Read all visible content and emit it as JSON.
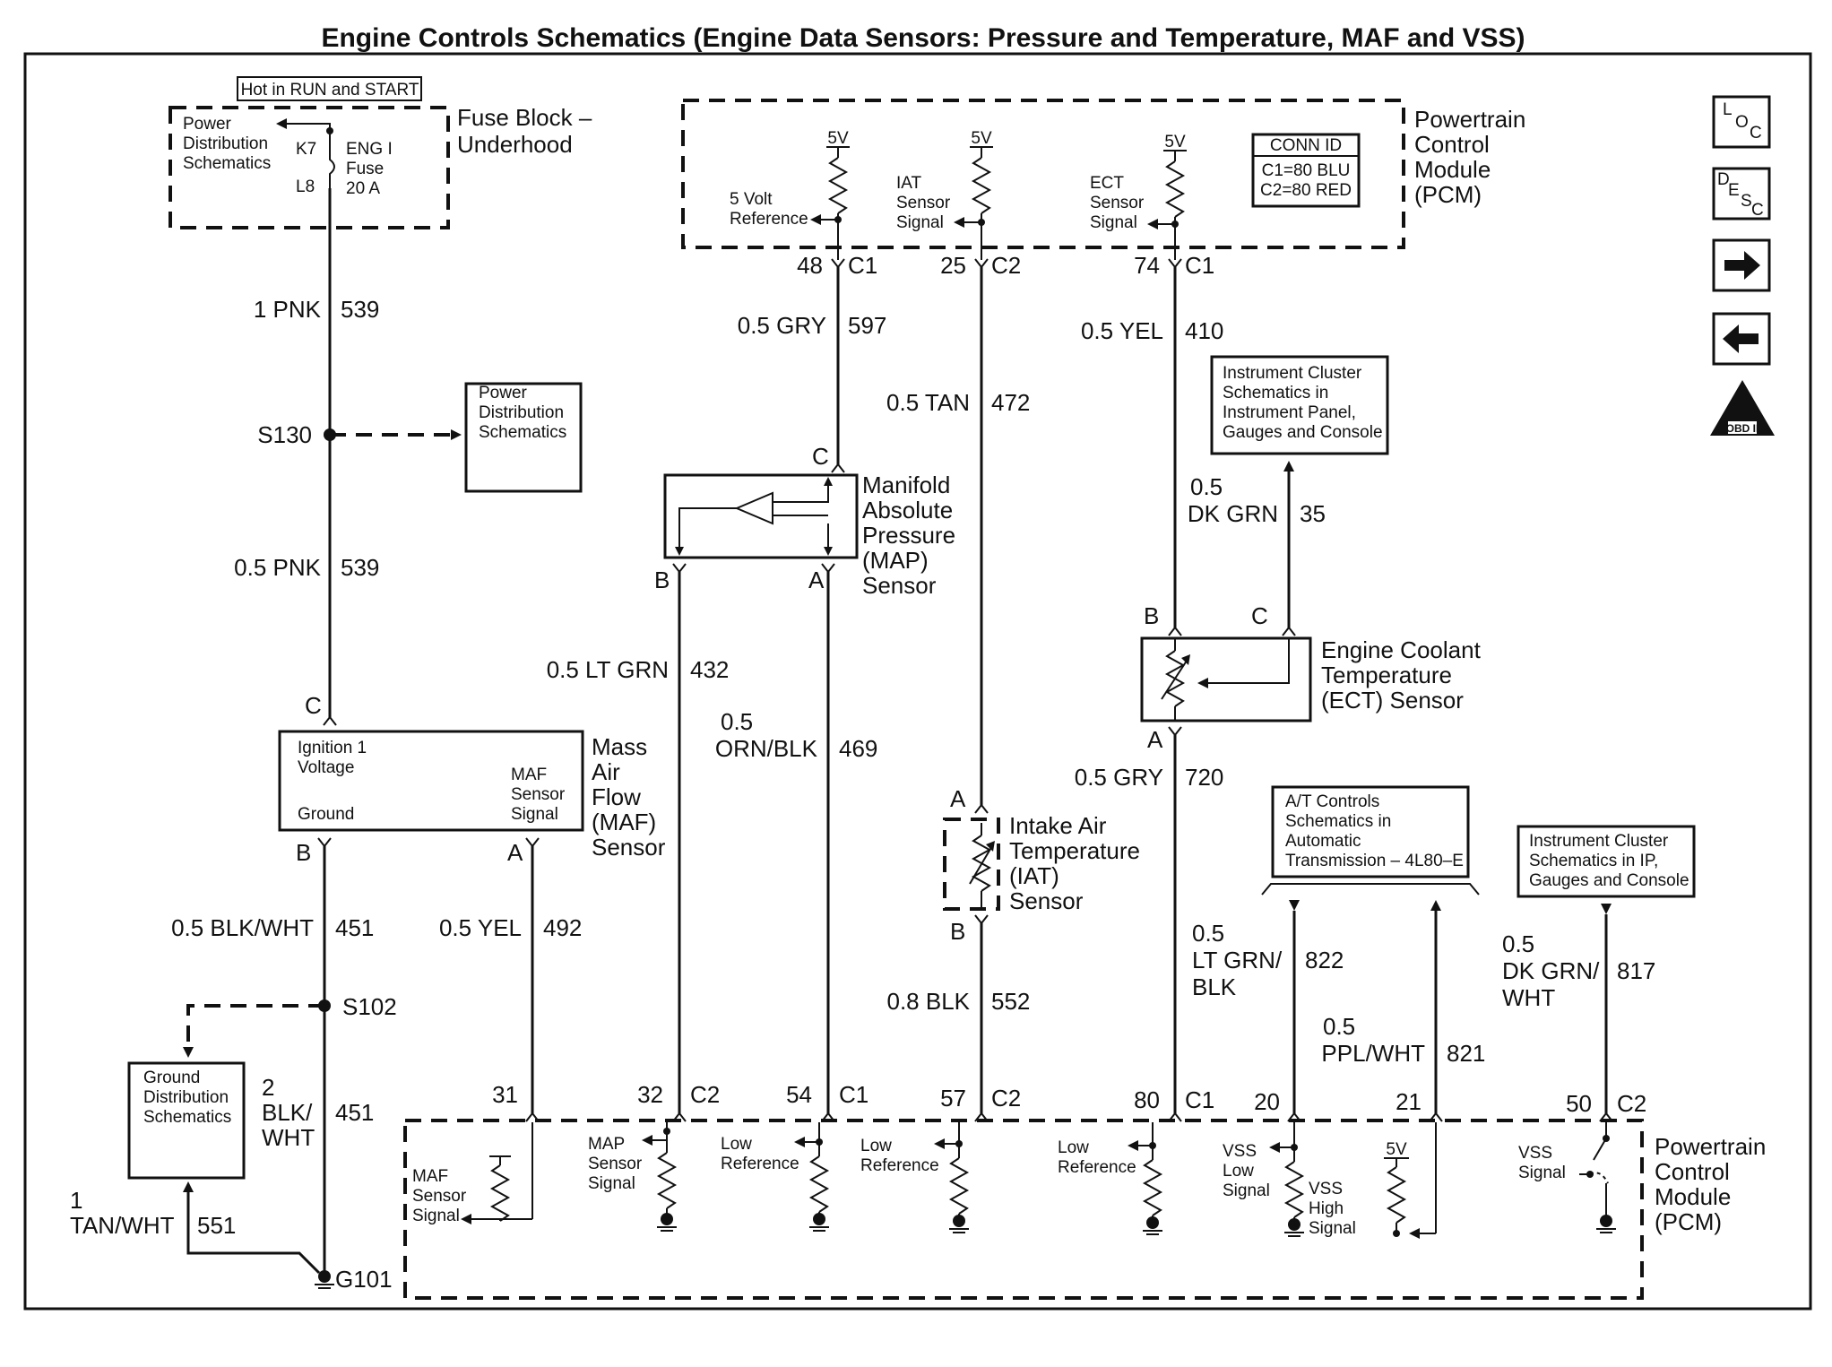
{
  "title": "Engine Controls Schematics (Engine Data Sensors: Pressure and Temperature, MAF and VSS)",
  "top_left": {
    "hot_label": "Hot in RUN and START",
    "fuse_block": [
      "Fuse Block –",
      "Underhood"
    ],
    "pds": [
      "Power",
      "Distribution",
      "Schematics"
    ],
    "fuse_terminals": [
      "K7",
      "L8"
    ],
    "fuse_name": [
      "ENG I",
      "Fuse",
      "20 A"
    ]
  },
  "pcm_top": {
    "label": [
      "Powertrain",
      "Control",
      "Module",
      "(PCM)"
    ],
    "conn_id": [
      "CONN ID",
      "C1=80 BLU",
      "C2=80 RED"
    ],
    "refs": [
      {
        "volt": "5V",
        "label": [
          "5 Volt",
          "Reference"
        ],
        "pin": "48",
        "conn": "C1"
      },
      {
        "volt": "5V",
        "label": [
          "IAT",
          "Sensor",
          "Signal"
        ],
        "pin": "25",
        "conn": "C2"
      },
      {
        "volt": "5V",
        "label": [
          "ECT",
          "Sensor",
          "Signal"
        ],
        "pin": "74",
        "conn": "C1"
      }
    ]
  },
  "nav_icons": {
    "loc": [
      "L",
      "O",
      "C"
    ],
    "desc": [
      "D",
      "E",
      "S",
      "C"
    ],
    "obd": "OBD II"
  },
  "wires": {
    "pnk1": [
      "1 PNK",
      "539"
    ],
    "pnk05": [
      "0.5 PNK",
      "539"
    ],
    "gry597": [
      "0.5 GRY",
      "597"
    ],
    "tan472": [
      "0.5 TAN",
      "472"
    ],
    "yel410": [
      "0.5 YEL",
      "410"
    ],
    "dkgrn35": [
      "0.5",
      "DK GRN",
      "35"
    ],
    "ltgrn432": [
      "0.5 LT GRN",
      "432"
    ],
    "ornblk469": [
      "0.5",
      "ORN/BLK",
      "469"
    ],
    "gry720": [
      "0.5 GRY",
      "720"
    ],
    "blkwht451": [
      "0.5 BLK/WHT",
      "451"
    ],
    "yel492": [
      "0.5 YEL",
      "492"
    ],
    "blk552": [
      "0.8 BLK",
      "552"
    ],
    "blkwht451b": [
      "2",
      "BLK/",
      "WHT",
      "451"
    ],
    "tanwht551": [
      "1",
      "TAN/WHT",
      "551"
    ],
    "ltgrnblk822": [
      "0.5",
      "LT GRN/",
      "BLK",
      "822"
    ],
    "ppl821": [
      "0.5",
      "PPL/WHT",
      "821"
    ],
    "dkgrnwht817": [
      "0.5",
      "DK GRN/",
      "WHT",
      "817"
    ]
  },
  "splices": {
    "s130": "S130",
    "s102": "S102",
    "g101": "G101"
  },
  "boxes": {
    "pds2": [
      "Power",
      "Distribution",
      "Schematics"
    ],
    "gds": [
      "Ground",
      "Distribution",
      "Schematics"
    ],
    "ic1": [
      "Instrument Cluster",
      "Schematics in",
      "Instrument Panel,",
      "Gauges and Console"
    ],
    "at": [
      "A/T Controls",
      "Schematics in",
      "Automatic",
      "Transmission – 4L80–E"
    ],
    "ic2": [
      "Instrument Cluster",
      "Schematics in IP,",
      "Gauges and Console"
    ]
  },
  "components": {
    "map": {
      "label": [
        "Manifold",
        "Absolute",
        "Pressure",
        "(MAP)",
        "Sensor"
      ],
      "pins": [
        "C",
        "B",
        "A"
      ]
    },
    "maf": {
      "label": [
        "Mass",
        "Air",
        "Flow",
        "(MAF)",
        "Sensor"
      ],
      "inner": [
        "Ignition 1",
        "Voltage",
        "Ground",
        "MAF",
        "Sensor",
        "Signal"
      ],
      "pins": [
        "C",
        "B",
        "A"
      ]
    },
    "ect": {
      "label": [
        "Engine Coolant",
        "Temperature",
        "(ECT) Sensor"
      ],
      "pins": [
        "B",
        "C",
        "A"
      ]
    },
    "iat": {
      "label": [
        "Intake Air",
        "Temperature",
        "(IAT)",
        "Sensor"
      ],
      "pins": [
        "A",
        "B"
      ]
    }
  },
  "pcm_bottom": {
    "label": [
      "Powertrain",
      "Control",
      "Module",
      "(PCM)"
    ],
    "pins": [
      {
        "pin": "31",
        "conn": ""
      },
      {
        "pin": "32",
        "conn": "C2"
      },
      {
        "pin": "54",
        "conn": "C1"
      },
      {
        "pin": "57",
        "conn": "C2"
      },
      {
        "pin": "80",
        "conn": "C1"
      },
      {
        "pin": "20",
        "conn": ""
      },
      {
        "pin": "21",
        "conn": ""
      },
      {
        "pin": "50",
        "conn": "C2"
      }
    ],
    "circuits": {
      "maf": [
        "MAF",
        "Sensor",
        "Signal"
      ],
      "map": [
        "MAP",
        "Sensor",
        "Signal"
      ],
      "low1": [
        "Low",
        "Reference"
      ],
      "low2": [
        "Low",
        "Reference"
      ],
      "low3": [
        "Low",
        "Reference"
      ],
      "vssl": [
        "VSS",
        "Low",
        "Signal"
      ],
      "vssh": [
        "VSS",
        "High",
        "Signal"
      ],
      "vss5v": "5V",
      "vss": [
        "VSS",
        "Signal"
      ]
    }
  }
}
